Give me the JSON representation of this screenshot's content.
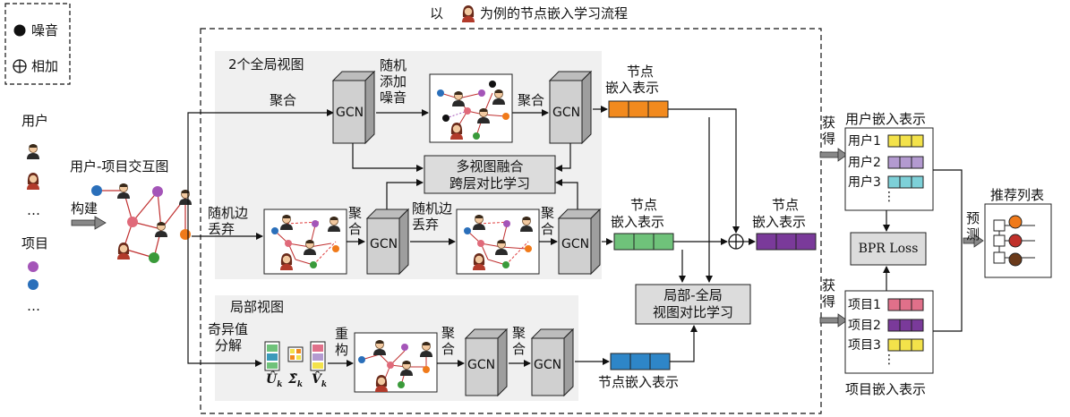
{
  "title": {
    "pre": "以",
    "post": "为例的节点嵌入学习流程"
  },
  "legend": {
    "noise": "噪音",
    "add": "相加"
  },
  "left": {
    "users_label": "用户",
    "items_label": "项目",
    "ellipsis": "…",
    "build_label": "构建",
    "graph_label": "用户-项目交互图"
  },
  "global": {
    "title": "2个全局视图",
    "aggregate": "聚合",
    "gcn": "GCN",
    "add_noise": [
      "随机",
      "添加",
      "噪音"
    ],
    "node_embedding": [
      "节点",
      "嵌入表示"
    ],
    "edge_drop": [
      "随机边",
      "丢弃"
    ],
    "fusion": [
      "多视图融合",
      "跨层对比学习"
    ]
  },
  "local": {
    "title": "局部视图",
    "svd": [
      "奇异值",
      "分解"
    ],
    "reconstruct": [
      "重",
      "构"
    ],
    "node_embedding": "节点嵌入表示",
    "contrast": [
      "局部-全局",
      "视图对比学习"
    ],
    "matrices": [
      "Û",
      "Σ̂",
      "V̂"
    ],
    "matrix_sub": "k"
  },
  "final": {
    "node_embedding": [
      "节点",
      "嵌入表示"
    ]
  },
  "right": {
    "obtain": [
      "获",
      "得"
    ],
    "user_emb_title": "用户嵌入表示",
    "users": [
      "用户1",
      "用户2",
      "用户3"
    ],
    "item_emb_title": "项目嵌入表示",
    "items": [
      "项目1",
      "项目2",
      "项目3"
    ],
    "vdots": "⋮",
    "bpr": "BPR Loss",
    "predict": [
      "预",
      "测"
    ],
    "rec_list": "推荐列表"
  },
  "colors": {
    "orange": "#f28a1e",
    "green": "#6fc27a",
    "purple": "#7a3a9a",
    "blue": "#2e86c8",
    "pink": "#e0708a",
    "lavender": "#b39ad0",
    "cyan": "#7dd0d8",
    "yellow": "#f3e24a",
    "red": "#c0302a",
    "brown": "#6a3a1a",
    "node_purple": "#a455b8",
    "node_blue": "#2a6fba",
    "node_green": "#3a9a3a",
    "node_pink": "#e06a7a",
    "node_orange": "#f07a1a"
  }
}
